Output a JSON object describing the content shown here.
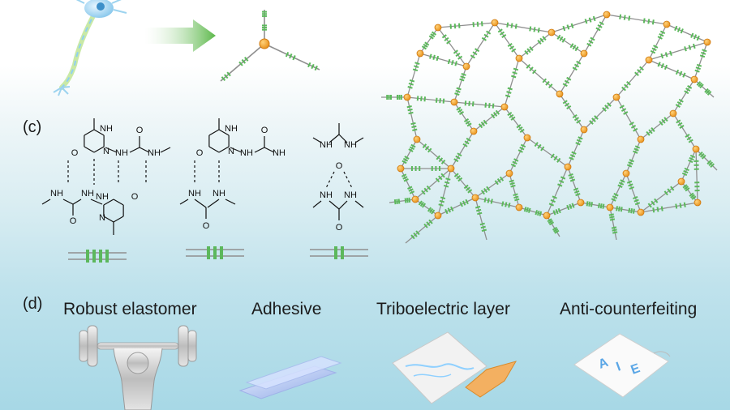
{
  "panels": {
    "c": "(c)",
    "d": "(d)"
  },
  "applications": [
    {
      "label": "Robust elastomer",
      "icon": "weightlifter-icon"
    },
    {
      "label": "Adhesive",
      "icon": "adhesive-sheets-icon"
    },
    {
      "label": "Triboelectric layer",
      "icon": "triboelectric-film-icon"
    },
    {
      "label": "Anti-counterfeiting",
      "icon": "aie-paper-icon"
    }
  ],
  "aie_letters": [
    "A",
    "I",
    "E"
  ],
  "atoms": {
    "N": "N",
    "H": "H",
    "O": "O",
    "NH": "NH"
  },
  "colors": {
    "green": "#5cb85c",
    "orange": "#f0a020",
    "gray": "#8f8f8f",
    "arrow": "#6cc04a"
  }
}
